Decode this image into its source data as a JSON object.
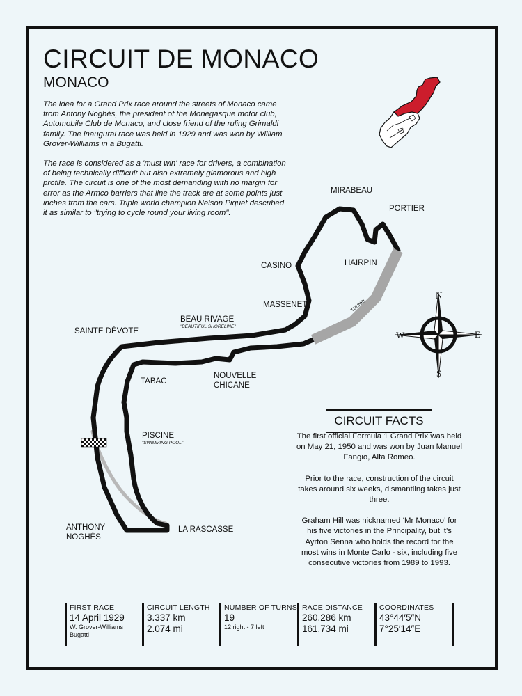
{
  "poster": {
    "title": "CIRCUIT DE MONACO",
    "subtitle": "MONACO",
    "intro": [
      "The idea for a Grand Prix race around the streets of Monaco came from Antony Noghès, the president of the Monegasque motor club, Automobile Club de Monaco, and close friend of the ruling Grimaldi family. The inaugural race was held in 1929 and was won by William Grover-Williams in a Bugatti.",
      "The race is considered as a 'must win' race for drivers, a combination of being technically difficult but also extremely glamorous and high profile. The circuit is one of the most demanding with no margin for error as the Armco barriers that line the track are at some points just inches from the cars. Triple world champion Nelson Piquet described it as similar to \"trying to cycle round your living room\"."
    ]
  },
  "corners": {
    "mirabeau": "MIRABEAU",
    "portier": "PORTIER",
    "hairpin": "HAIRPIN",
    "casino": "CASINO",
    "massenet": "MASSENET",
    "beau_rivage": "BEAU RIVAGE",
    "beau_rivage_note": "\"BEAUTIFUL SHORELINE\"",
    "sainte_devote": "SAINTE DÉVOTE",
    "tabac": "TABAC",
    "nouvelle_chicane_1": "NOUVELLE",
    "nouvelle_chicane_2": "CHICANE",
    "piscine": "PISCINE",
    "piscine_note": "\"SWIMMING POOL\"",
    "anthony_1": "ANTHONY",
    "anthony_2": "NOGHÈS",
    "rascasse": "LA RASCASSE",
    "tunnel": "TUNNEL"
  },
  "compass": {
    "n": "N",
    "s": "S",
    "e": "E",
    "w": "W"
  },
  "colors": {
    "background": "#eef6f9",
    "track": "#111111",
    "tunnel": "#a6a6a6",
    "pit_lane": "#b8b8b8",
    "flag_red": "#cc1d2c",
    "flag_white": "#ffffff"
  },
  "facts": {
    "heading": "CIRCUIT FACTS",
    "items": [
      "The first official Formula 1 Grand Prix was held on May 21, 1950 and was won by Juan Manuel Fangio, Alfa Romeo.",
      "Prior to the race, construction of the circuit takes around six weeks, dismantling takes just three.",
      "Graham Hill was nicknamed ‘Mr Monaco’ for his five victories in the Principality, but it’s Ayrton Senna who holds the record for the most wins in Monte Carlo - six, including five consecutive victories from 1989 to 1993."
    ]
  },
  "stats": {
    "first_race": {
      "label": "FIRST RACE",
      "value": "14 April 1929",
      "note1": "W. Grover-Williams",
      "note2": "Bugatti"
    },
    "circuit_length": {
      "label": "CIRCUIT LENGTH",
      "value1": "3.337 km",
      "value2": "2.074 mi"
    },
    "turns": {
      "label": "NUMBER OF TURNS",
      "value": "19",
      "note": "12 right - 7 left"
    },
    "race_distance": {
      "label": "RACE DISTANCE",
      "value1": "260.286 km",
      "value2": "161.734 mi"
    },
    "coordinates": {
      "label": "COORDINATES",
      "value1": "43°44′5″N",
      "value2": "7°25′14″E"
    }
  }
}
